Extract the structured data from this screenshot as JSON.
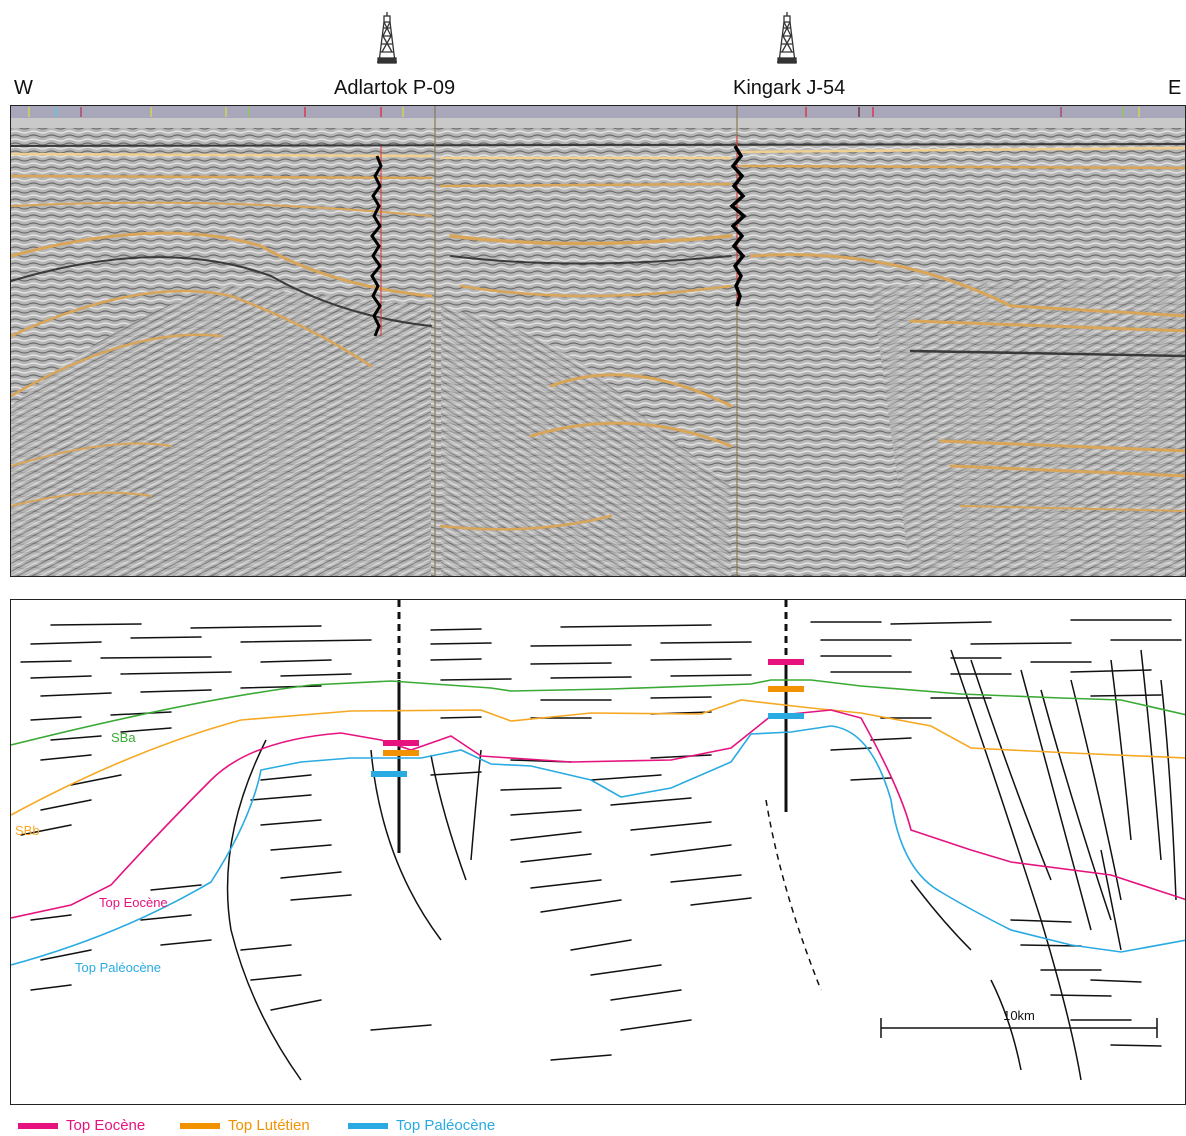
{
  "header": {
    "west_label": "W",
    "east_label": "E",
    "wells": [
      {
        "name": "Adlartok P-09",
        "icon": "drilling-rig-icon"
      },
      {
        "name": "Kingark J-54",
        "icon": "drilling-rig-icon"
      }
    ]
  },
  "seismic_section": {
    "well_annotations": [
      "",
      ""
    ]
  },
  "interpretation": {
    "horizons": [
      {
        "name": "SBa",
        "color": "#3aaa35"
      },
      {
        "name": "SBb",
        "color": "#f7a823"
      },
      {
        "name": "Top Eocène",
        "color": "#e6137f"
      },
      {
        "name": "Top Paléocène",
        "color": "#29abe2"
      }
    ],
    "scale_bar": "10km"
  },
  "legend": [
    {
      "label": "Top Eocène",
      "color": "#e6137f"
    },
    {
      "label": "Top Lutétien",
      "color": "#f39200"
    },
    {
      "label": "Top Paléocène",
      "color": "#29abe2"
    }
  ]
}
